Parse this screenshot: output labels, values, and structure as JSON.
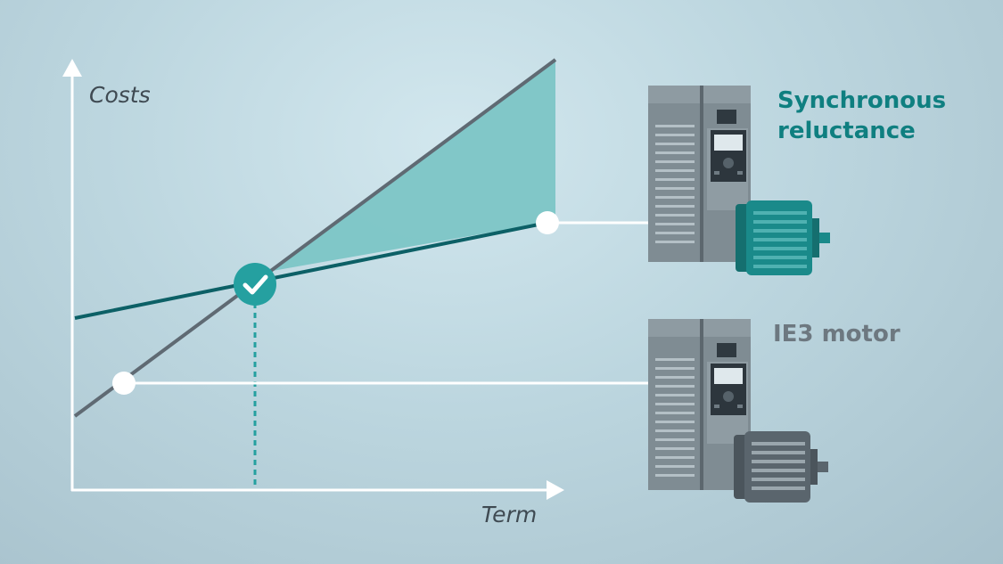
{
  "axes": {
    "y_label": "Costs",
    "x_label": "Term"
  },
  "motors": [
    {
      "name": "Synchronous reluctance",
      "name_line1": "Synchronous",
      "name_line2": "reluctance",
      "accent": "#0f7f80"
    },
    {
      "name": "IE3 motor",
      "accent": "#6d7880"
    }
  ],
  "colors": {
    "teal_line": "#0c6066",
    "grey_line": "#5f6a73",
    "savings_fill": "#7cc5c6",
    "marker_teal": "#25a0a0",
    "drive_cabinet": "#7f8c93",
    "drive_cabinet_dark": "#6a767e",
    "motor_sr": "#1a8a8a",
    "motor_ie3": "#5a656d",
    "axis": "#ffffff"
  },
  "icons": [
    "check-icon",
    "drive-icon",
    "motor-icon"
  ]
}
